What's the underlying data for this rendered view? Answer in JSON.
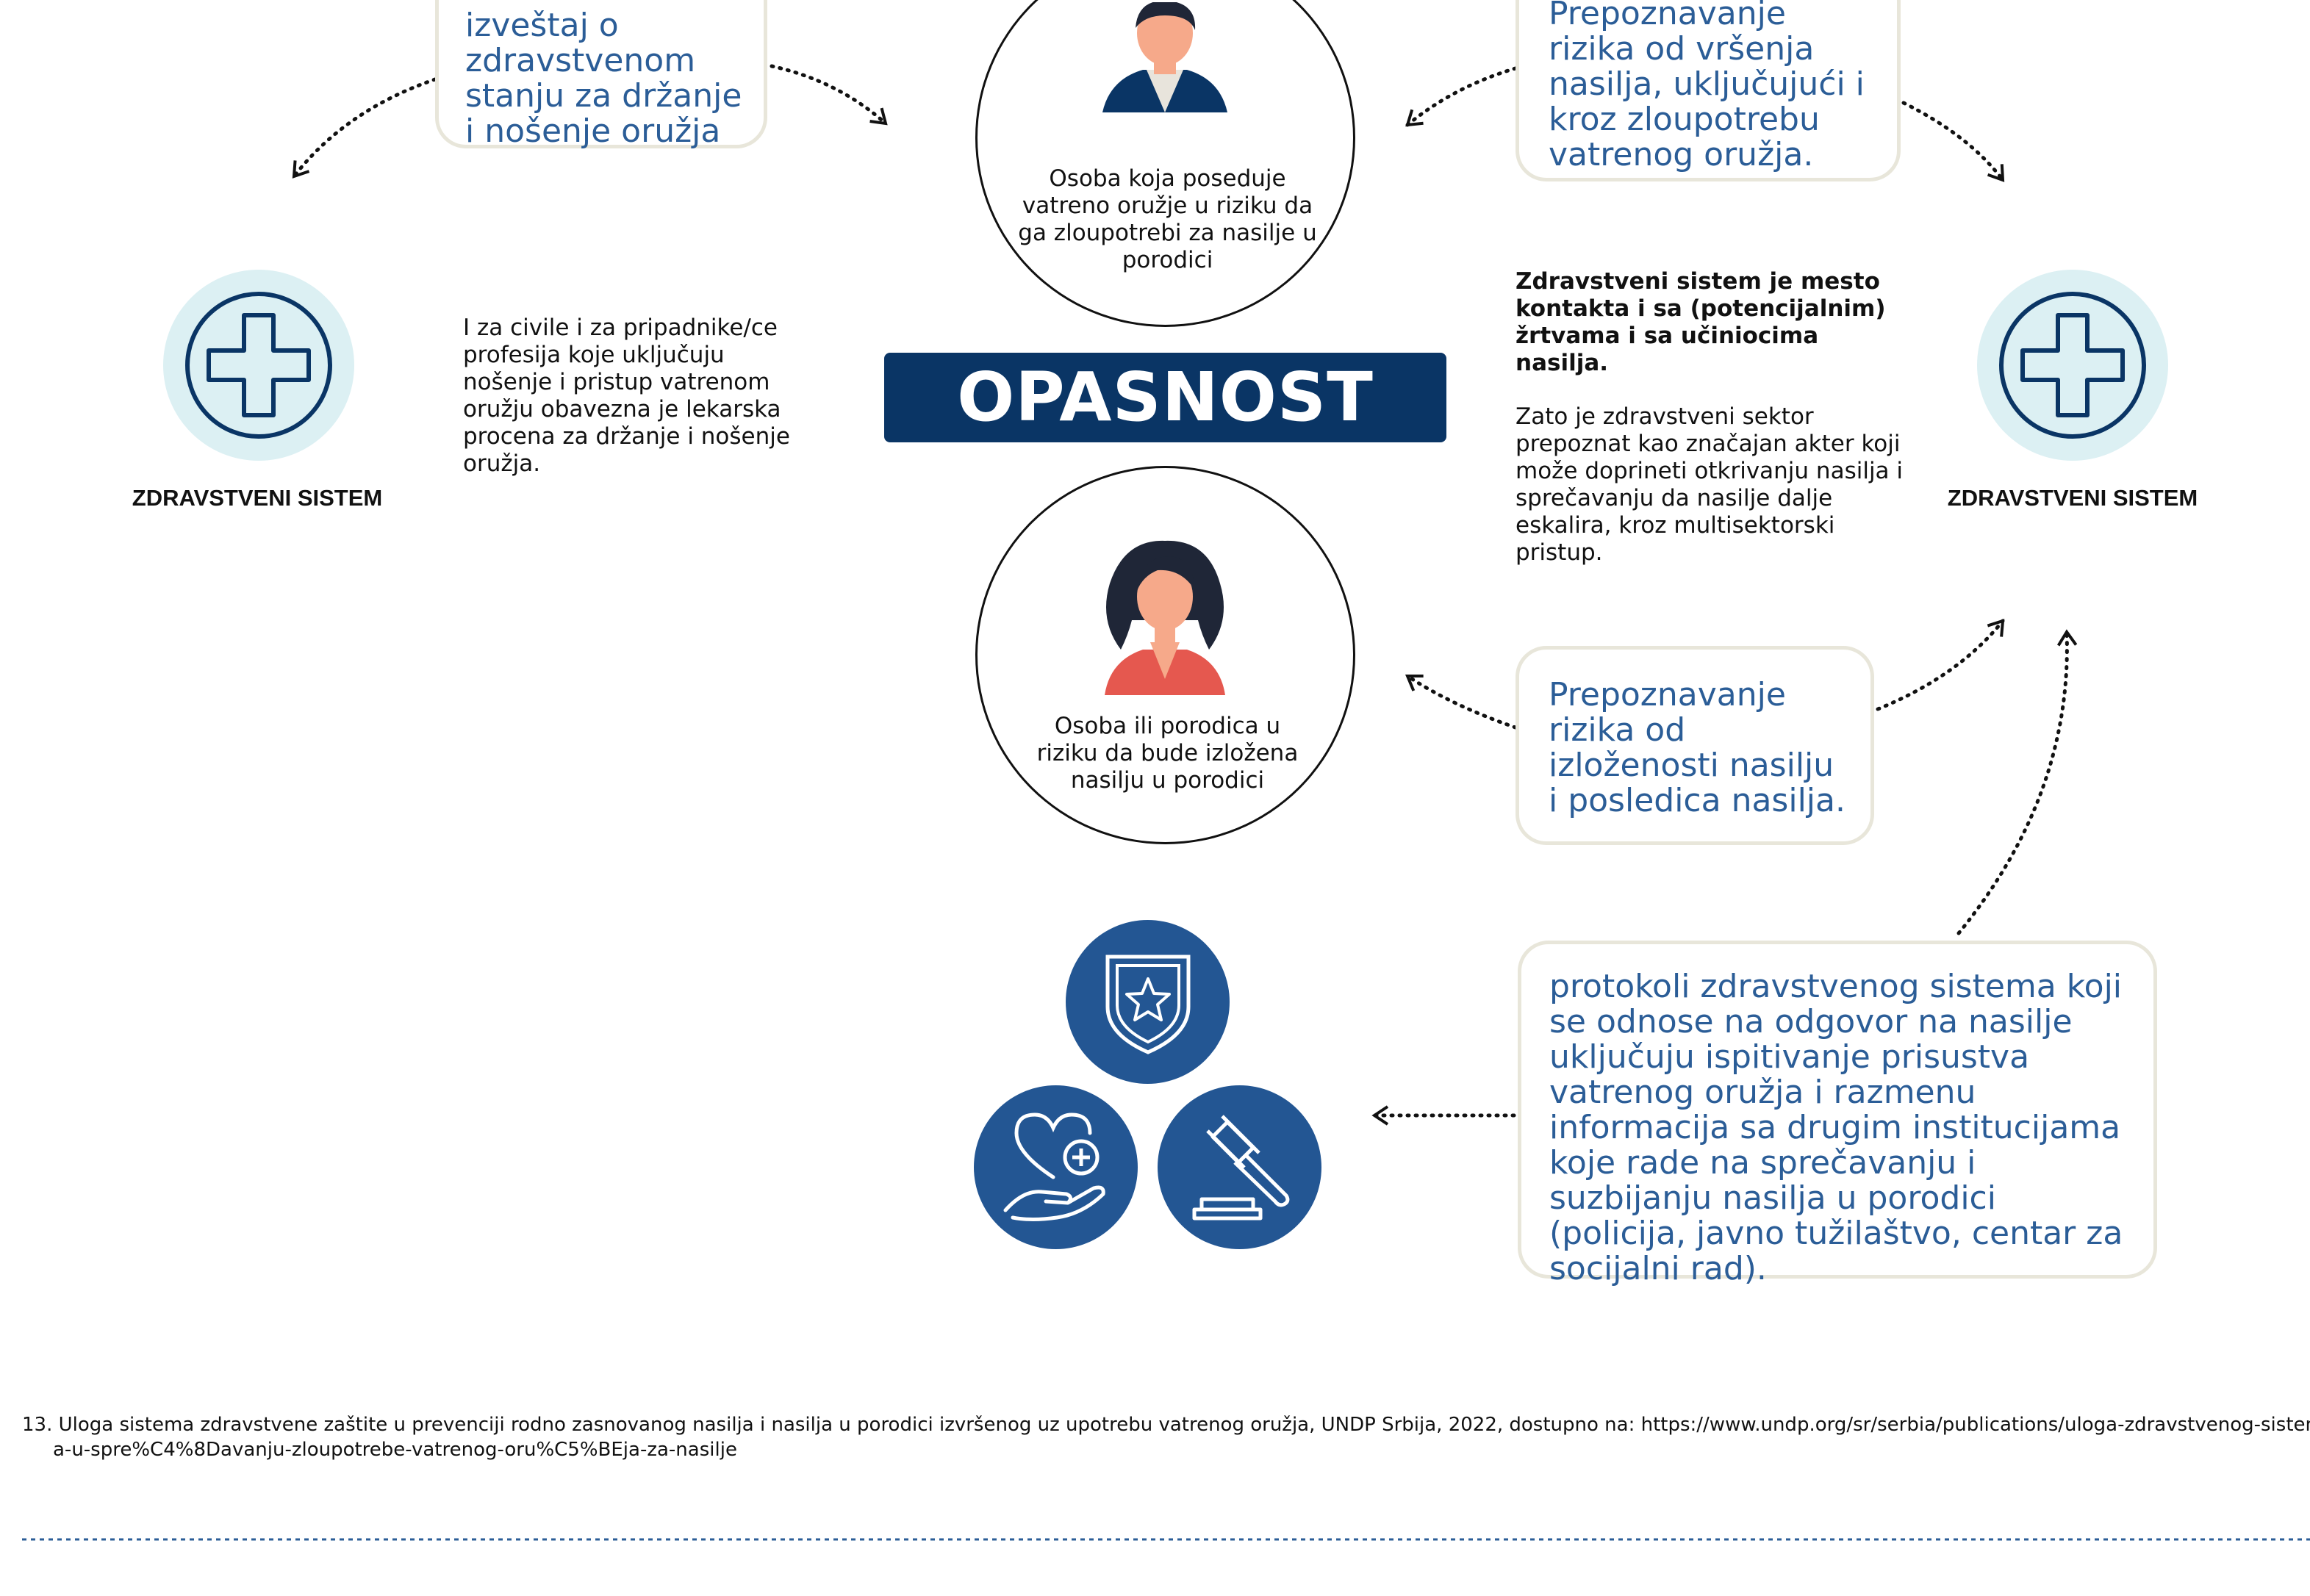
{
  "boxes": {
    "top_left": "izveštaj o zdravstvenom stanju za držanje i nošenje oružja",
    "top_right": "Prepoznavanje rizika od vršenja nasilja, uključujući i kroz zloupotrebu vatrenog oružja.",
    "mid_right": "Prepoznavanje rizika od izloženosti nasilju i posledica nasilja.",
    "bottom_right": "protokoli zdravstvenog sistema koji se odnose na odgovor na nasilje uključuju ispitivanje prisustva vatrenog oružja i razmenu informacija sa drugim institucijama koje rade na sprečavanju i suzbijanju nasilja u porodici (policija, javno tužilaštvo, centar za socijalni rad)."
  },
  "circles": {
    "top": "Osoba koja poseduje vatreno oružje u riziku da ga zloupotrebi za nasilje u porodici",
    "bottom": "Osoba ili porodica u riziku da bude izložena nasilju u porodici"
  },
  "banner": "OPASNOST",
  "left_text": "I za civile i za pripadnike/ce profesija koje uključuju nošenje i pristup vatrenom oružju obavezna je lekarska procena za držanje i nošenje oružja.",
  "right_text": {
    "bold": "Zdravstveni sistem je mesto kontakta i sa (potencijalnim) žrtvama i sa učiniocima nasilja.",
    "normal": "Zato je zdravstveni sektor prepoznat kao značajan akter koji može doprineti otkrivanju nasilja i sprečavanju da nasilje dalje eskalira, kroz multisektorski pristup."
  },
  "health_labels": {
    "left": "ZDRAVSTVENI SISTEM",
    "right": "ZDRAVSTVENI SISTEM"
  },
  "footnote": "13. Uloga sistema zdravstvene zaštite u prevenciji rodno zasnovanog nasilja i nasilja u porodici izvršenog uz upotrebu vatrenog oružja, UNDP Srbija, 2022, dostupno na: https://www.undp.org/sr/serbia/publications/uloga-zdravstvenog-sistema-u-spre%C4%8Davanju-zloupotrebe-vatrenog-oru%C5%BEja-za-nasilje",
  "icons": [
    "medical-cross-icon",
    "male-person-icon",
    "female-person-icon",
    "police-badge-icon",
    "heart-hand-care-icon",
    "gavel-icon"
  ],
  "colors": {
    "navy": "#0a3565",
    "accent_blue": "#2b5d97",
    "icon_blue": "#235693",
    "light_circle": "#dcf0f3",
    "box_border": "#e8e6da",
    "skin": "#f6a98a",
    "red_top": "#e5584f"
  }
}
